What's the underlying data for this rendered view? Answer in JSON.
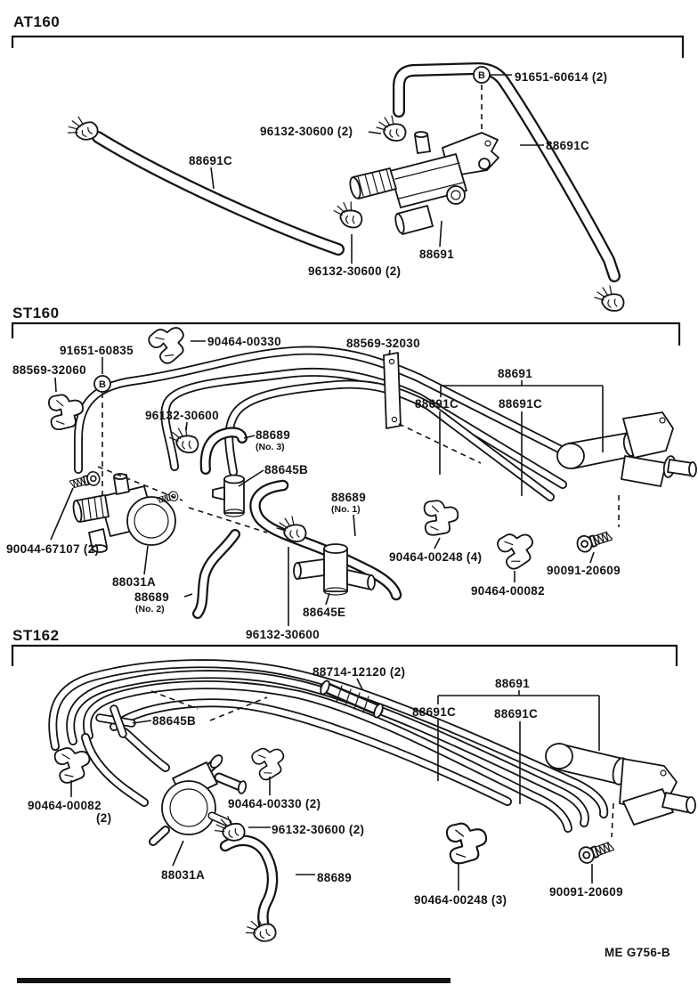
{
  "canvas": {
    "bg": "#ffffff",
    "ink": "#141414"
  },
  "marker_b": "B",
  "footer": {
    "code": "ME G756-B"
  },
  "sections": [
    {
      "header": "AT160",
      "labels": [
        {
          "name": "part-91651-60614",
          "text": "91651-60614 (2)"
        },
        {
          "name": "part-96132-30600-top",
          "text": "96132-30600 (2)"
        },
        {
          "name": "part-88691c-left",
          "text": "88691C"
        },
        {
          "name": "part-88691c-right",
          "text": "88691C"
        },
        {
          "name": "part-88691-valve",
          "text": "88691"
        },
        {
          "name": "part-96132-30600-bottom",
          "text": "96132-30600 (2)"
        }
      ]
    },
    {
      "header": "ST160",
      "labels": [
        {
          "name": "part-91651-60835",
          "text": "91651-60835"
        },
        {
          "name": "part-88569-32060",
          "text": "88569-32060"
        },
        {
          "name": "part-90464-00330",
          "text": "90464-00330"
        },
        {
          "name": "part-88569-32030",
          "text": "88569-32030"
        },
        {
          "name": "part-88691-bracket",
          "text": "88691"
        },
        {
          "name": "part-88691c-left",
          "text": "88691C"
        },
        {
          "name": "part-88691c-right",
          "text": "88691C"
        },
        {
          "name": "part-96132-30600-upper",
          "text": "96132-30600"
        },
        {
          "name": "part-88689-no3",
          "text": "88689",
          "sub": "(No. 3)"
        },
        {
          "name": "part-88645b",
          "text": "88645B"
        },
        {
          "name": "part-88689-no1",
          "text": "88689",
          "sub": "(No. 1)"
        },
        {
          "name": "part-88645e",
          "text": "88645E"
        },
        {
          "name": "part-96132-30600-lower",
          "text": "96132-30600"
        },
        {
          "name": "part-90044-67107",
          "text": "90044-67107 (2)"
        },
        {
          "name": "part-88031a",
          "text": "88031A"
        },
        {
          "name": "part-88689-no2",
          "text": "88689",
          "sub": "(No. 2)"
        },
        {
          "name": "part-90464-00248",
          "text": "90464-00248 (4)"
        },
        {
          "name": "part-90464-00082",
          "text": "90464-00082"
        },
        {
          "name": "part-90091-20609",
          "text": "90091-20609"
        }
      ]
    },
    {
      "header": "ST162",
      "labels": [
        {
          "name": "part-88714-12120",
          "text": "88714-12120 (2)"
        },
        {
          "name": "part-88691-bracket",
          "text": "88691"
        },
        {
          "name": "part-88691c-left",
          "text": "88691C"
        },
        {
          "name": "part-88691c-right",
          "text": "88691C"
        },
        {
          "name": "part-88645b",
          "text": "88645B"
        },
        {
          "name": "part-90464-00082",
          "text": "90464-00082",
          "sub": "(2)"
        },
        {
          "name": "part-88031a",
          "text": "88031A"
        },
        {
          "name": "part-90464-00330",
          "text": "90464-00330 (2)"
        },
        {
          "name": "part-96132-30600",
          "text": "96132-30600 (2)"
        },
        {
          "name": "part-88689",
          "text": "88689"
        },
        {
          "name": "part-90464-00248",
          "text": "90464-00248 (3)"
        },
        {
          "name": "part-90091-20609",
          "text": "90091-20609"
        }
      ]
    }
  ]
}
